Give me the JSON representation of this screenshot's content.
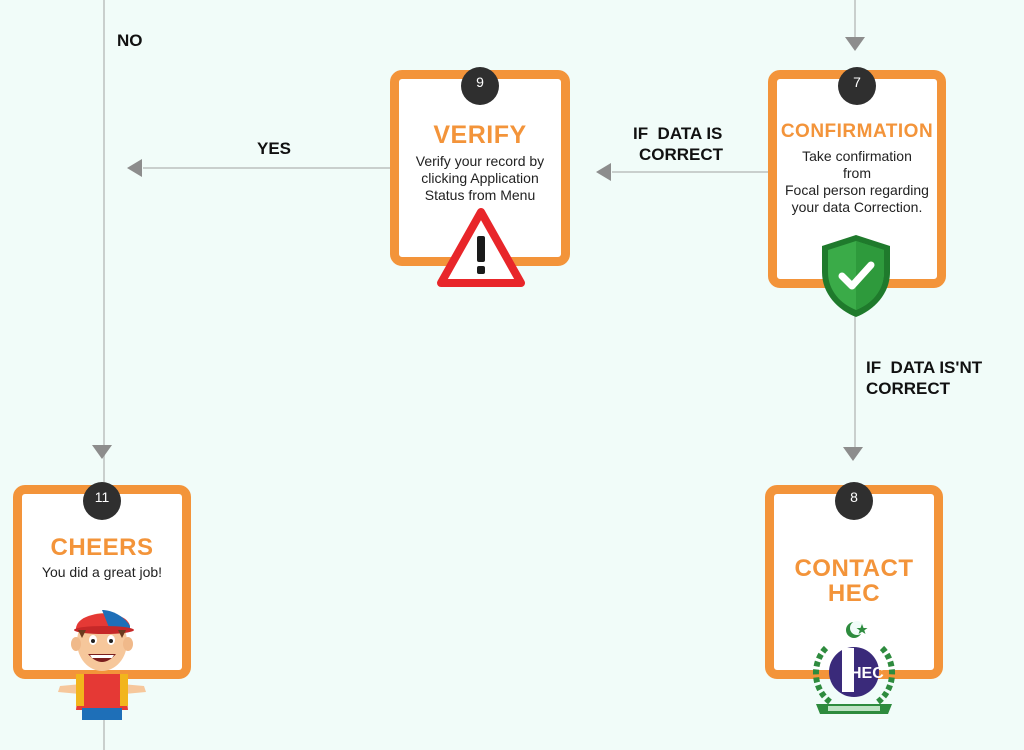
{
  "edges": {
    "no_label": "NO",
    "yes_label": "YES",
    "correct_label_line1": "IF  DATA IS",
    "correct_label_line2": "CORRECT",
    "incorrect_label_line1": "IF  DATA IS'NT",
    "incorrect_label_line2": "CORRECT"
  },
  "steps": {
    "verify": {
      "number": "9",
      "title": "VERIFY",
      "text_lines": [
        "Verify your record by",
        "clicking Application",
        "Status from Menu"
      ],
      "icon": "warning-icon"
    },
    "confirmation": {
      "number": "7",
      "title": "CONFIRMATION",
      "text_lines": [
        "Take confirmation",
        "from",
        "Focal person regarding",
        "your data Correction."
      ],
      "icon": "shield-check-icon"
    },
    "cheers": {
      "number": "11",
      "title": "CHEERS",
      "text_lines": [
        "You did a great job!"
      ],
      "icon": "happy-boy-icon"
    },
    "contact": {
      "number": "8",
      "title_lines": [
        "CONTACT",
        "HEC"
      ],
      "icon": "hec-logo-icon",
      "logo_text": "HEC"
    }
  },
  "colors": {
    "accent": "#f3943a",
    "badge": "#2f2f2f",
    "warning": "#e8262a",
    "shield": "#2e9a3c",
    "background": "#f1fcf9"
  }
}
